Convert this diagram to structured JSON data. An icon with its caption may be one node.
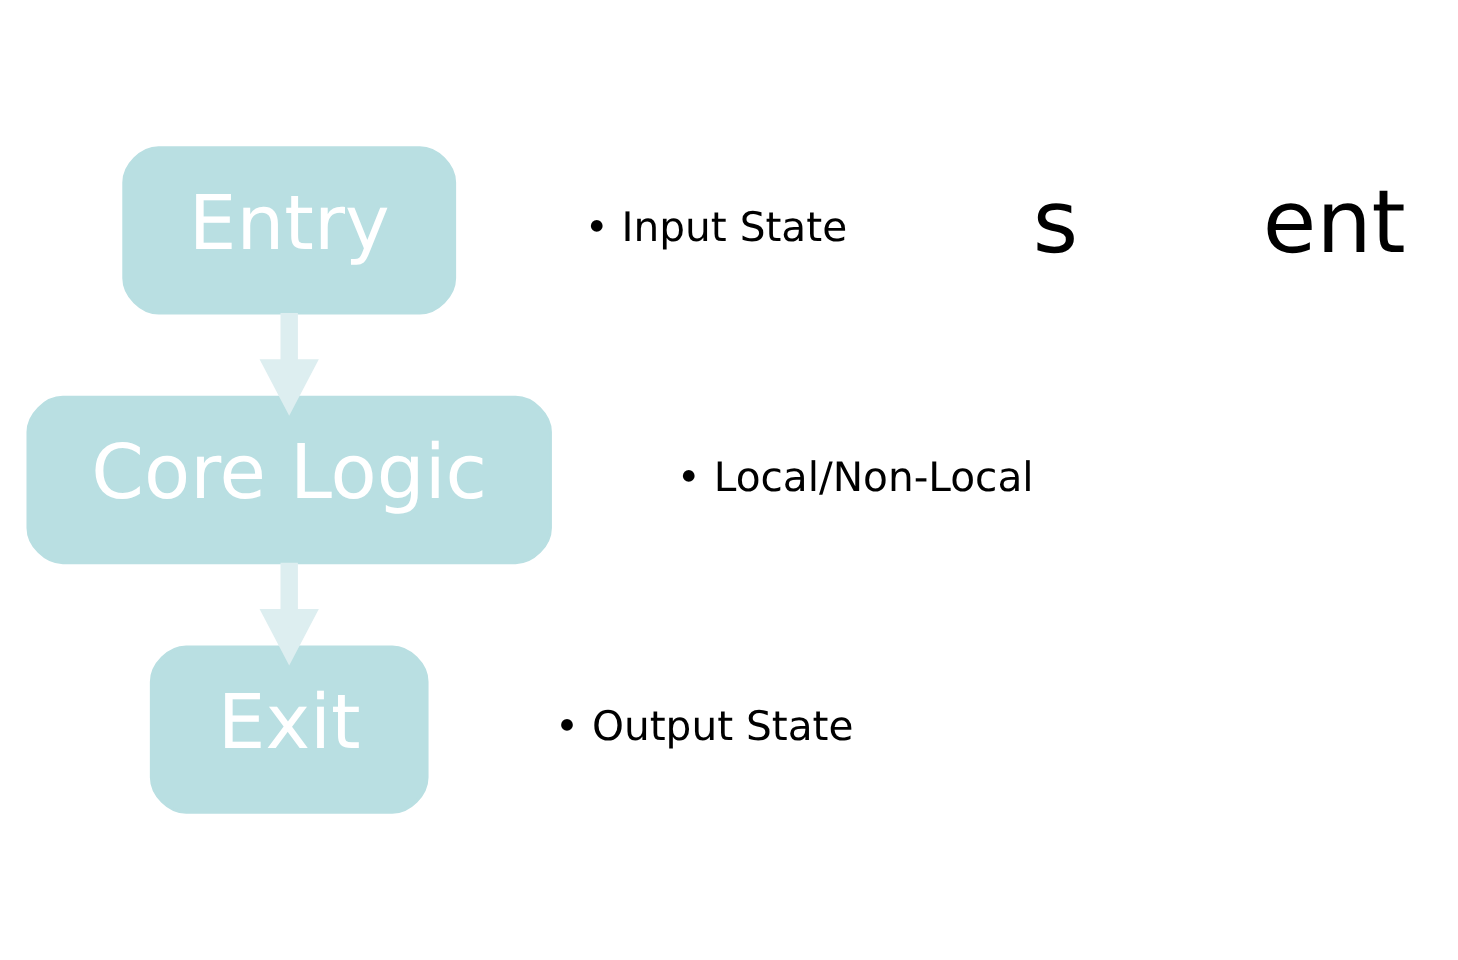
{
  "diagram": {
    "nodes": [
      {
        "text": [
          "Entry"
        ],
        "beside": [
          "• Input State"
        ]
      },
      {
        "text": [
          "Core Logic"
        ],
        "beside": [
          "• Local/Non-Local"
        ]
      },
      {
        "text": [
          "Exit"
        ],
        "beside": [
          "• Output State"
        ]
      }
    ],
    "edges": [
      {
        "from": 0,
        "to": 1,
        "arrow": "to"
      },
      {
        "from": 1,
        "to": 2,
        "arrow": "to"
      }
    ],
    "labels": [
      "s",
      "ent"
    ]
  }
}
